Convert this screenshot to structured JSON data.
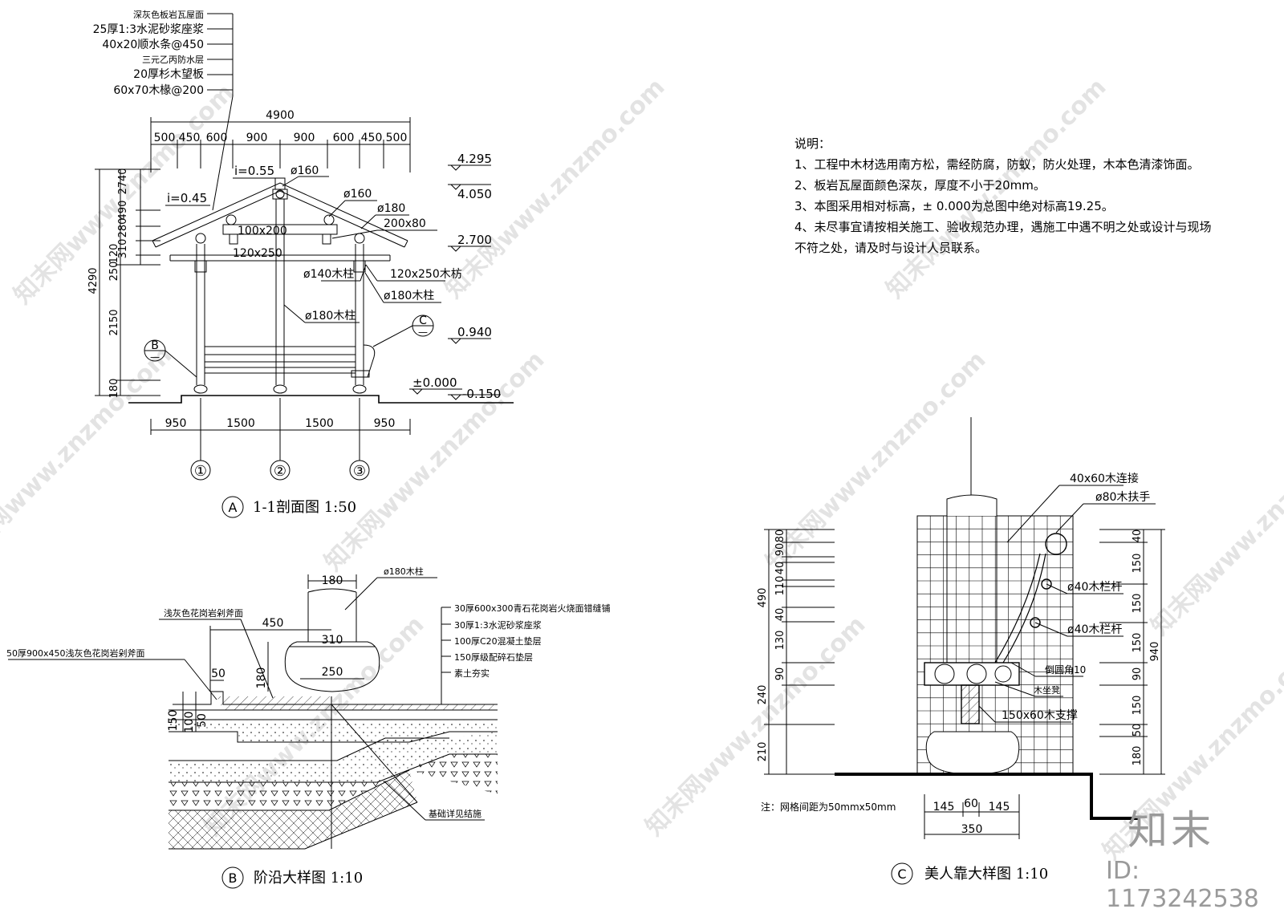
{
  "notes": {
    "title": "说明：",
    "items": [
      "1、工程中木材选用南方松，需经防腐，防蚁，防火处理，木本色清漆饰面。",
      "2、板岩瓦屋面颜色深灰，厚度不小于20mm。",
      "3、本图采用相对标高，± 0.000为总图中绝对标高19.25。",
      "4、未尽事宜请按相关施工、验收规范办理，遇施工中遇不明之处或设计与现场",
      "不符之处，请及时与设计人员联系。"
    ]
  },
  "section_a": {
    "roof_layers": [
      "深灰色板岩瓦屋面",
      "25厚1:3水泥砂浆座浆",
      "40x20顺水条@450",
      "三元乙丙防水层",
      "20厚杉木望板",
      "60x70木椽@200"
    ],
    "overall_width": "4900",
    "top_dims": [
      "500",
      "450",
      "600",
      "900",
      "900",
      "600",
      "450",
      "500"
    ],
    "bottom_dims": [
      "950",
      "1500",
      "1500",
      "950"
    ],
    "left_dims": [
      "4290",
      "2150",
      "180",
      "120",
      "250",
      "310",
      "280",
      "490",
      "2740"
    ],
    "slopes": [
      "i=0.55",
      "i=0.45"
    ],
    "elevations": [
      "4.295",
      "4.050",
      "2.700",
      "0.940",
      "±0.000",
      "-0.150"
    ],
    "member_labels": [
      "ø160",
      "ø160",
      "ø180",
      "100x200",
      "200x80",
      "120x250",
      "ø140木柱",
      "120x250木枋",
      "ø180木柱",
      "ø180木柱"
    ],
    "axes": [
      "①",
      "②",
      "③"
    ],
    "callouts": [
      "B",
      "C"
    ],
    "title_letter": "A",
    "title": "1-1剖面图   1:50"
  },
  "detail_b": {
    "left_labels": [
      "浅灰色花岗岩剁斧面",
      "50厚900x450浅灰色花岗岩剁斧面"
    ],
    "right_labels": [
      "30厚600x300青石花岗岩火烧面错缝铺",
      "30厚1:3水泥砂浆座浆",
      "100厚C20混凝土垫层",
      "150厚级配碎石垫层",
      "素土夯实"
    ],
    "column_label": "ø180木柱",
    "foundation_label": "基础详见结施",
    "dims": [
      "180",
      "450",
      "310",
      "250",
      "50",
      "180",
      "150",
      "100",
      "50"
    ],
    "title_letter": "B",
    "title": "阶沿大样图   1:10"
  },
  "detail_c": {
    "labels": [
      "40x60木连接",
      "ø80木扶手",
      "ø40木栏杆",
      "ø40木栏杆",
      "倒圆角10",
      "木坐凳",
      "150x60木支撑"
    ],
    "left_dims": [
      "490",
      "80",
      "90",
      "40",
      "110",
      "40",
      "130",
      "90",
      "240",
      "210"
    ],
    "right_dims": [
      "40",
      "150",
      "150",
      "150",
      "90",
      "150",
      "50",
      "180",
      "940"
    ],
    "bottom_dims": [
      "145",
      "60",
      "145",
      "350"
    ],
    "note": "注：网格间距为50mmx50mm",
    "title_letter": "C",
    "title": "美人靠大样图   1:10"
  },
  "watermark": {
    "text": "知末网www.znzmo.com",
    "brand": "知末",
    "id": "ID: 1173242538"
  }
}
